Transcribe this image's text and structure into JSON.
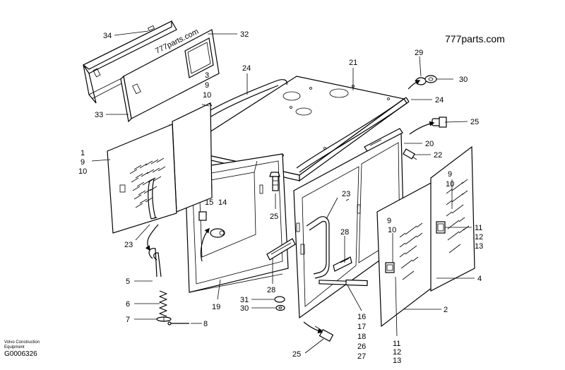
{
  "watermark": "777parts.com",
  "stamp": "777parts.com",
  "footer": {
    "brand": "Volvo Construction Equipment",
    "code": "G0006326"
  },
  "labels": {
    "l34": "34",
    "l32": "32",
    "l33": "33",
    "l3a": "3",
    "l9a": "9",
    "l10a": "10",
    "l24a": "24",
    "l21": "21",
    "l29": "29",
    "l30a": "30",
    "l24b": "24",
    "l25a": "25",
    "l20": "20",
    "l22": "22",
    "l1": "1",
    "l9b": "9",
    "l10b": "10",
    "l15": "15",
    "l14": "14",
    "l25b": "25",
    "l23a": "23",
    "l23b": "23",
    "l28a": "28",
    "l9c": "9",
    "l10c": "10",
    "l9d": "9",
    "l10d": "10",
    "l11a": "11",
    "l12a": "12",
    "l13a": "13",
    "l5": "5",
    "l6": "6",
    "l7": "7",
    "l8": "8",
    "l19": "19",
    "l28b": "28",
    "l31": "31",
    "l30b": "30",
    "l16": "16",
    "l17": "17",
    "l18": "18",
    "l26": "26",
    "l27": "27",
    "l4": "4",
    "l2": "2",
    "l11b": "11",
    "l12b": "12",
    "l13b": "13",
    "l25c": "25"
  }
}
